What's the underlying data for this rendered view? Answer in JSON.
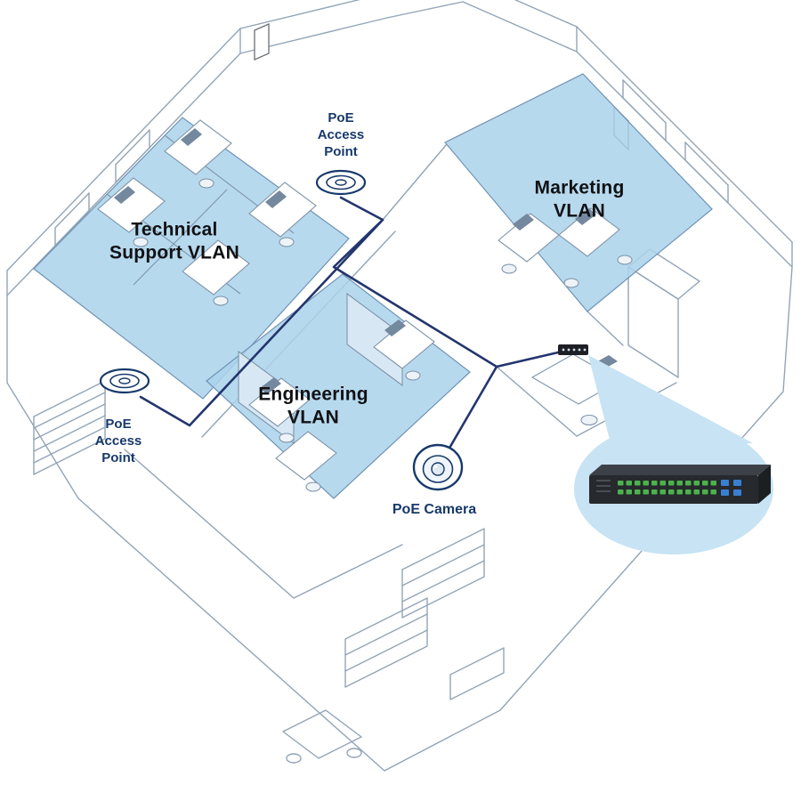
{
  "diagram": {
    "kind": "isometric-office-network-vlan-diagram",
    "regions": [
      {
        "id": "technical",
        "label": "Technical\nSupport VLAN"
      },
      {
        "id": "marketing",
        "label": "Marketing\nVLAN"
      },
      {
        "id": "engineering",
        "label": "Engineering\nVLAN"
      }
    ],
    "devices": [
      {
        "id": "ap_top",
        "type": "poe-access-point",
        "label": "PoE\nAccess\nPoint"
      },
      {
        "id": "ap_left",
        "type": "poe-access-point",
        "label": "PoE\nAccess\nPoint"
      },
      {
        "id": "camera",
        "type": "poe-dome-camera",
        "label": "PoE Camera"
      },
      {
        "id": "switch",
        "type": "poe-network-switch"
      }
    ],
    "colors": {
      "vlan_fill": "#aad2eb",
      "linework": "#93a4b6",
      "cable_navy": "#23356e",
      "label_navy": "#17396b",
      "vlan_text": "#101114",
      "spotlight_blue": "#c7e3f4"
    }
  }
}
